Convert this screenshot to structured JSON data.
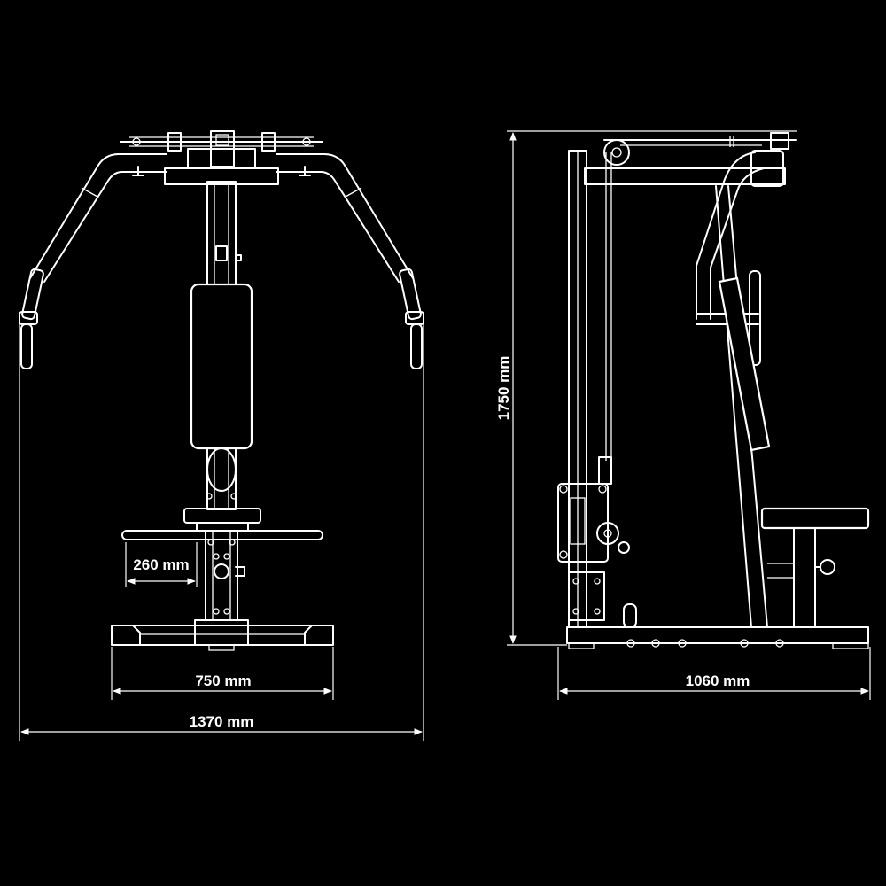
{
  "dimensions": {
    "front_arm_span": "1370 mm",
    "front_base_width": "750 mm",
    "front_handle_offset": "260 mm",
    "side_depth": "1060 mm",
    "side_height": "1750 mm"
  },
  "colors": {
    "background": "#000000",
    "line": "#ffffff"
  }
}
